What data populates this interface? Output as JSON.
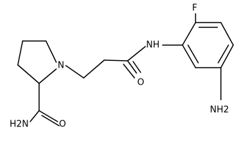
{
  "molecule": {
    "atoms": {
      "fluorine": "F",
      "amide_nh": "NH",
      "ring_nitrogen": "N",
      "carbonyl_oxygen": "O",
      "carboxamide_oxygen": "O",
      "amide_nh2": "H2N",
      "aniline_nh2": "NH2"
    }
  }
}
